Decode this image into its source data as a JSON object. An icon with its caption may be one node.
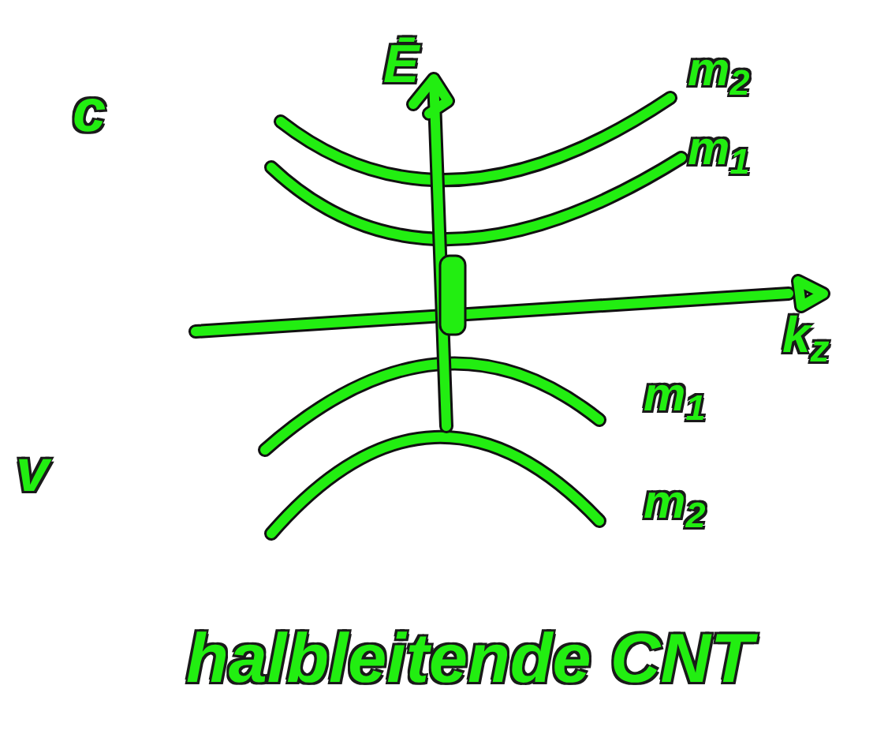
{
  "diagram": {
    "caption": "halbleitende CNT",
    "labels": [
      "Ē",
      "c",
      "m$_{2}$",
      "m$_{1}$",
      "k$_{z}$",
      "m$_{1}$",
      "v",
      "m$_{2}$"
    ]
  }
}
